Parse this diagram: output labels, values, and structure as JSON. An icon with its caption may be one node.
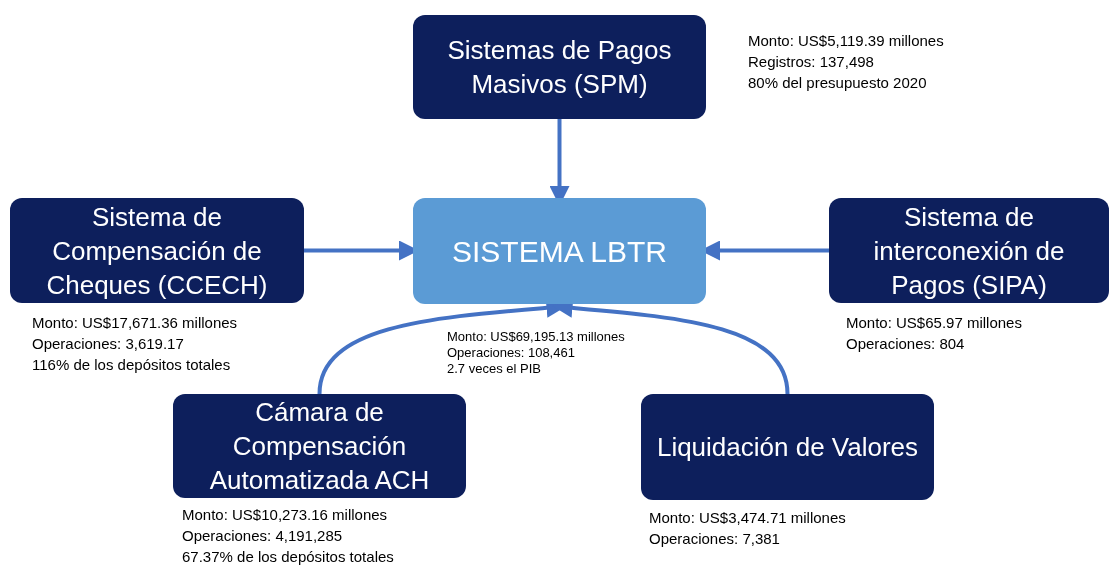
{
  "diagram": {
    "nodes": [
      {
        "text": [
          "Sistemas de Pagos Masivos (SPM)"
        ],
        "beside": [
          "Monto: US$5,119.39 millones",
          "Registros: 137,498",
          "80% del presupuesto 2020"
        ]
      },
      {
        "text": [
          "SISTEMA LBTR"
        ],
        "beside": [
          "Monto: US$69,195.13 millones",
          "Operaciones: 108,461",
          "2.7 veces el PIB"
        ]
      },
      {
        "text": [
          "Sistema de Compensación de Cheques (CCECH)"
        ],
        "beside": [
          "Monto: US$17,671.36 millones",
          "Operaciones: 3,619.17",
          "116% de los depósitos totales"
        ]
      },
      {
        "text": [
          "Sistema de interconexión de Pagos (SIPA)"
        ],
        "beside": [
          "Monto: US$65.97 millones",
          "Operaciones: 804"
        ]
      },
      {
        "text": [
          "Cámara de Compensación Automatizada ACH"
        ],
        "beside": [
          "Monto: US$10,273.16 millones",
          "Operaciones: 4,191,285",
          "67.37% de los depósitos totales"
        ]
      },
      {
        "text": [
          "Liquidación de Valores"
        ],
        "beside": [
          "Monto: US$3,474.71 millones",
          "Operaciones: 7,381"
        ]
      }
    ],
    "edges": [
      {
        "from": 0,
        "to": 1,
        "arrow": "to"
      },
      {
        "from": 2,
        "to": 1,
        "arrow": "to"
      },
      {
        "from": 3,
        "to": 1,
        "arrow": "to"
      },
      {
        "from": 4,
        "to": 1,
        "arrow": "to"
      },
      {
        "from": 5,
        "to": 1,
        "arrow": "to"
      }
    ]
  }
}
